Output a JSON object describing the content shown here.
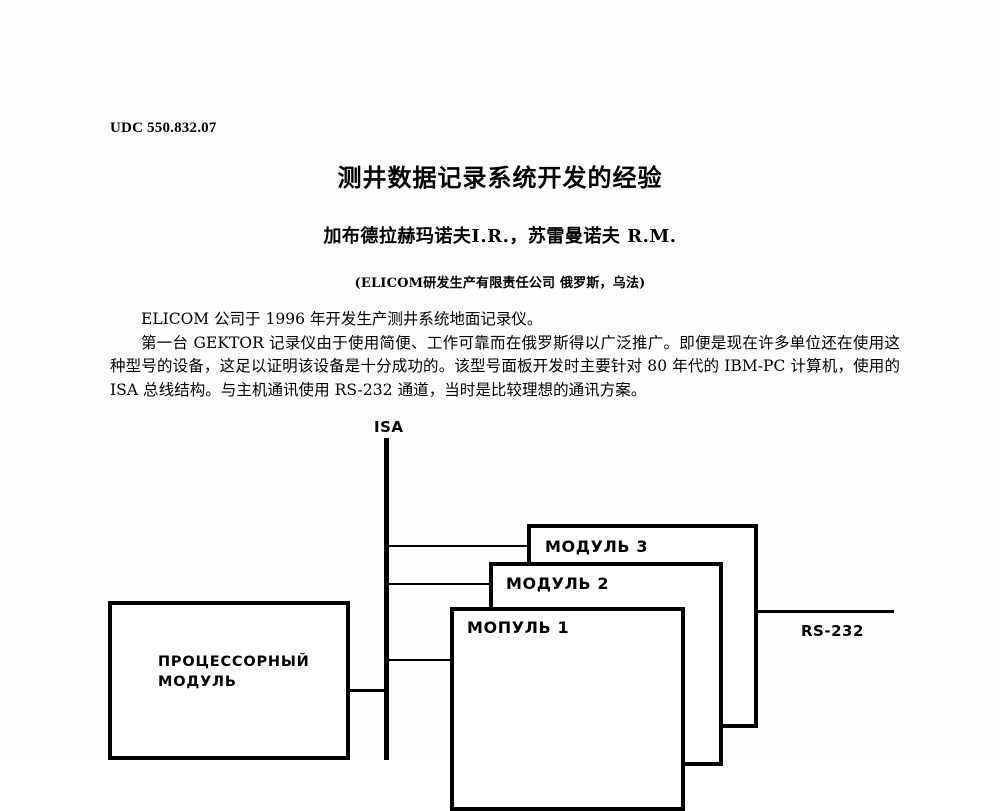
{
  "document": {
    "udc": "UDC 550.832.07",
    "title": "测井数据记录系统开发的经验",
    "authors": "加布德拉赫玛诺夫I.R.，苏雷曼诺夫 R.M.",
    "affiliation": "(ELICOM研发生产有限责任公司 俄罗斯，乌法)",
    "paragraphs": {
      "p1": "ELICOM 公司于 1996 年开发生产测井系统地面记录仪。",
      "p2": "第一台 GEKTOR 记录仪由于使用简便、工作可靠而在俄罗斯得以广泛推广。即便是现在许多单位还在使用这种型号的设备，这足以证明该设备是十分成功的。该型号面板开发时主要针对 80 年代的 IBM-PC 计算机，使用的 ISA 总线结构。与主机通讯使用 RS-232 通道，当时是比较理想的通讯方案。"
    }
  },
  "diagram": {
    "bus_label": "ISA",
    "serial_label": "RS-232",
    "processor_module": {
      "line1": "ПРОЦЕССОРНЫЙ",
      "line2": "МОДУЛЬ"
    },
    "modules": [
      {
        "label": "МОДУЛЬ 3"
      },
      {
        "label": "МОДУЛЬ 2"
      },
      {
        "label": "МОПУЛЬ 1"
      }
    ]
  },
  "colors": {
    "ink": "#000000",
    "paper": "#ffffff"
  }
}
